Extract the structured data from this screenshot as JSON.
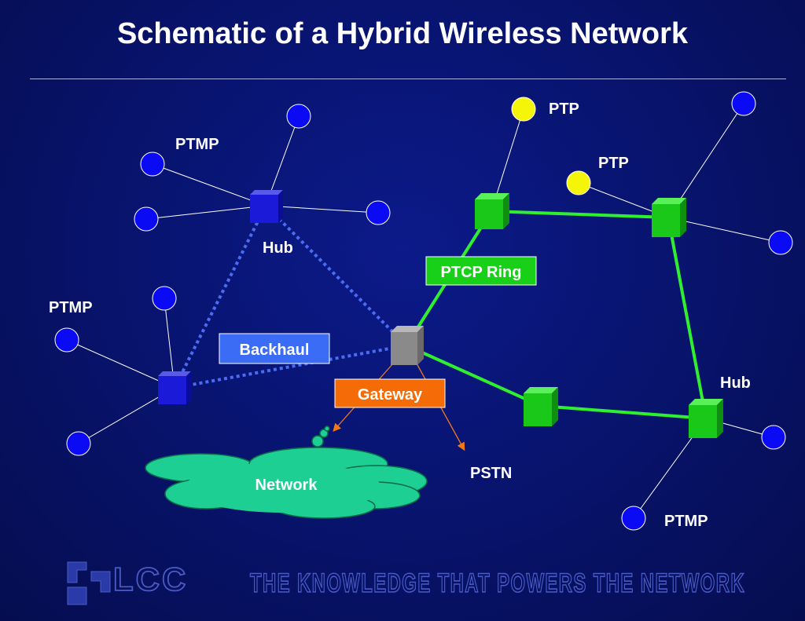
{
  "title": "Schematic of a Hybrid Wireless Network",
  "labels": {
    "ptmp_top_left": "PTMP",
    "ptmp_left": "PTMP",
    "ptmp_bottom_right": "PTMP",
    "hub_top": "Hub",
    "hub_right": "Hub",
    "ptp_top": "PTP",
    "ptp_mid": "PTP",
    "ptcp_ring": "PTCP Ring",
    "backhaul": "Backhaul",
    "gateway": "Gateway",
    "network": "Network",
    "pstn": "PSTN"
  },
  "footer": {
    "logo_text": "LCC",
    "tagline": "THE KNOWLEDGE THAT POWERS THE NETWORK"
  },
  "colors": {
    "background": "#081470",
    "endpoint": "#0a0af5",
    "ptp_node": "#f5f50a",
    "ring_node": "#19c819",
    "ring_link": "#2ef02e",
    "hub_node": "#1a1ad8",
    "backhaul_link": "#4a6cf2",
    "gateway_node": "#8a8a8a",
    "backhaul_box": "#3b6cf5",
    "gateway_box": "#f56b05",
    "ptcp_box": "#19d019",
    "cloud": "#1ecf94"
  }
}
